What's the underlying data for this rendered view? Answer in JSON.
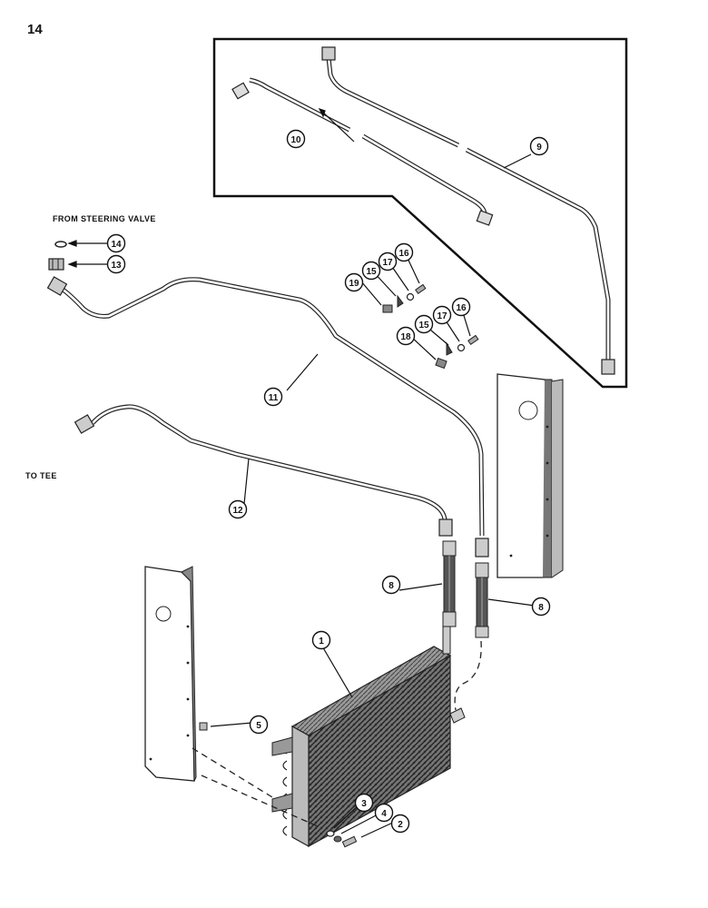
{
  "page": {
    "number": "14"
  },
  "labels": {
    "from_steering_valve": "FROM STEERING VALVE",
    "to_tee": "TO TEE"
  },
  "callouts": {
    "c1": "1",
    "c2": "2",
    "c3": "3",
    "c4": "4",
    "c5": "5",
    "c8a": "8",
    "c8b": "8",
    "c9": "9",
    "c10": "10",
    "c11": "11",
    "c12": "12",
    "c13": "13",
    "c14": "14",
    "c15a": "15",
    "c15b": "15",
    "c16a": "16",
    "c16b": "16",
    "c17a": "17",
    "c17b": "17",
    "c18": "18",
    "c19": "19"
  }
}
